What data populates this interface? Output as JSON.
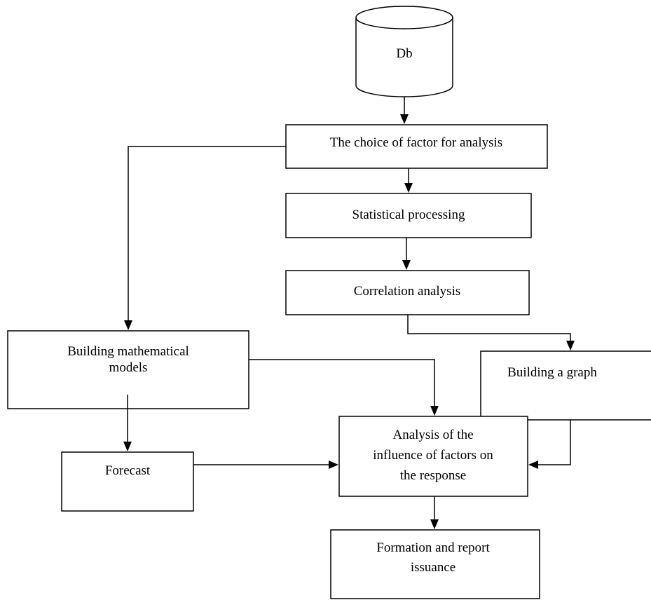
{
  "nodes": {
    "db": {
      "label": "Db"
    },
    "choice_of_factor": {
      "label": "The choice of factor for analysis"
    },
    "statistical_processing": {
      "label": "Statistical processing"
    },
    "correlation_analysis": {
      "label": "Correlation analysis"
    },
    "building_models": {
      "lines": [
        "Building mathematical",
        "models"
      ]
    },
    "building_graph": {
      "label": "Building a graph"
    },
    "forecast": {
      "label": "Forecast"
    },
    "influence_analysis": {
      "lines": [
        "Analysis of the",
        "influence of factors on",
        "the response"
      ]
    },
    "report": {
      "lines": [
        "Formation and report",
        "issuance"
      ]
    }
  },
  "edges": [
    {
      "from": "db",
      "to": "choice_of_factor"
    },
    {
      "from": "choice_of_factor",
      "to": "statistical_processing"
    },
    {
      "from": "choice_of_factor",
      "to": "building_models"
    },
    {
      "from": "statistical_processing",
      "to": "correlation_analysis"
    },
    {
      "from": "correlation_analysis",
      "to": "building_graph"
    },
    {
      "from": "building_models",
      "to": "forecast"
    },
    {
      "from": "building_models",
      "to": "influence_analysis"
    },
    {
      "from": "forecast",
      "to": "influence_analysis"
    },
    {
      "from": "building_graph",
      "to": "influence_analysis"
    },
    {
      "from": "influence_analysis",
      "to": "report"
    }
  ]
}
